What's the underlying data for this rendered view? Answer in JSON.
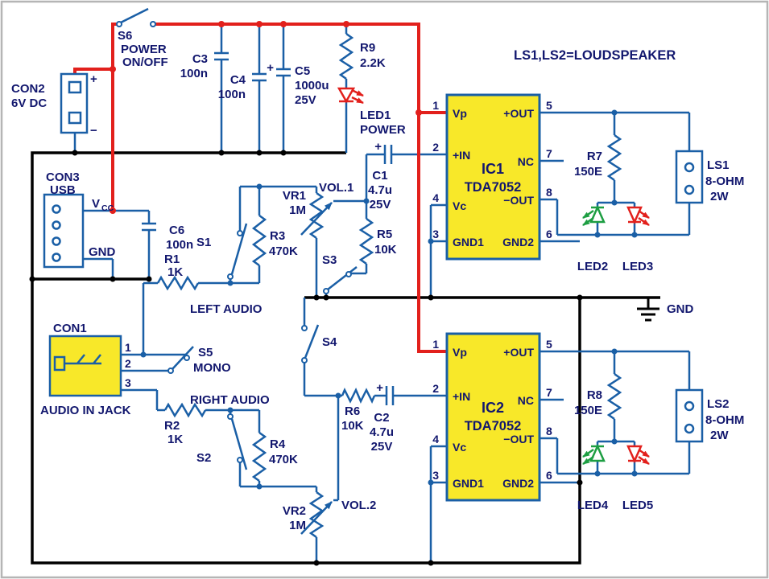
{
  "colors": {
    "wire": "#1a5fa6",
    "power": "#e2201c",
    "ground": "#000000",
    "text": "#12176e",
    "ic-fill": "#f8e829",
    "led-red": "#e2201c",
    "led-green": "#1d9e42"
  },
  "heading": "LS1,LS2=LOUDSPEAKER",
  "labels": {
    "s6": "S6",
    "s6_line1": "POWER",
    "s6_line2": "ON/OFF",
    "con2": "CON2",
    "con2_value": "6V DC",
    "plus": "+",
    "minus": "−",
    "c3": "C3",
    "c3_value": "100n",
    "c4": "C4",
    "c4_value": "100n",
    "c5": "C5",
    "c5_value": "1000u",
    "c5_rating": "25V",
    "r9": "R9",
    "r9_value": "2.2K",
    "led1": "LED1",
    "led1_function": "POWER",
    "con3": "CON3",
    "con3_type": "USB",
    "vcc_main": "V",
    "vcc_sub": "CC",
    "con3_gnd": "GND",
    "c6": "C6",
    "c6_value": "100n",
    "r1": "R1",
    "r1_value": "1K",
    "left_audio": "LEFT AUDIO",
    "s1": "S1",
    "r3": "R3",
    "r3_value": "470K",
    "vr1": "VR1",
    "vr1_value": "1M",
    "vol1": "VOL.1",
    "r5": "R5",
    "r5_value": "10K",
    "s3": "S3",
    "c1": "C1",
    "c1_value": "4.7u",
    "c1_rating": "25V",
    "ic1": "IC1",
    "ic1_part": "TDA7052",
    "ic2": "IC2",
    "ic2_part": "TDA7052",
    "pin_vp": "Vp",
    "pin_in": "+IN",
    "pin_vc": "Vc",
    "pin_gnd1": "GND1",
    "pin_out_pos": "+OUT",
    "pin_nc": "NC",
    "pin_out_neg": "−OUT",
    "pin_gnd2": "GND2",
    "pin1": "1",
    "pin2": "2",
    "pin3": "3",
    "pin4": "4",
    "pin5": "5",
    "pin6": "6",
    "pin7": "7",
    "pin8": "8",
    "r7": "R7",
    "r7_value": "150E",
    "led2": "LED2",
    "led3": "LED3",
    "ls1": "LS1",
    "ls1_imp": "8-OHM",
    "ls1_power": "2W",
    "gnd": "GND",
    "con1": "CON1",
    "con1_desc": "AUDIO IN JACK",
    "jack1": "1",
    "jack2": "2",
    "jack3": "3",
    "s5": "S5",
    "s5_function": "MONO",
    "right_audio": "RIGHT AUDIO",
    "s4": "S4",
    "r2": "R2",
    "r2_value": "1K",
    "s2": "S2",
    "r4": "R4",
    "r4_value": "470K",
    "vr2": "VR2",
    "vr2_value": "1M",
    "vol2": "VOL.2",
    "r6": "R6",
    "r6_value": "10K",
    "c2": "C2",
    "c2_value": "4.7u",
    "c2_rating": "25V",
    "r8": "R8",
    "r8_value": "150E",
    "led4": "LED4",
    "led5": "LED5",
    "ls2": "LS2",
    "ls2_imp": "8-OHM",
    "ls2_power": "2W"
  }
}
